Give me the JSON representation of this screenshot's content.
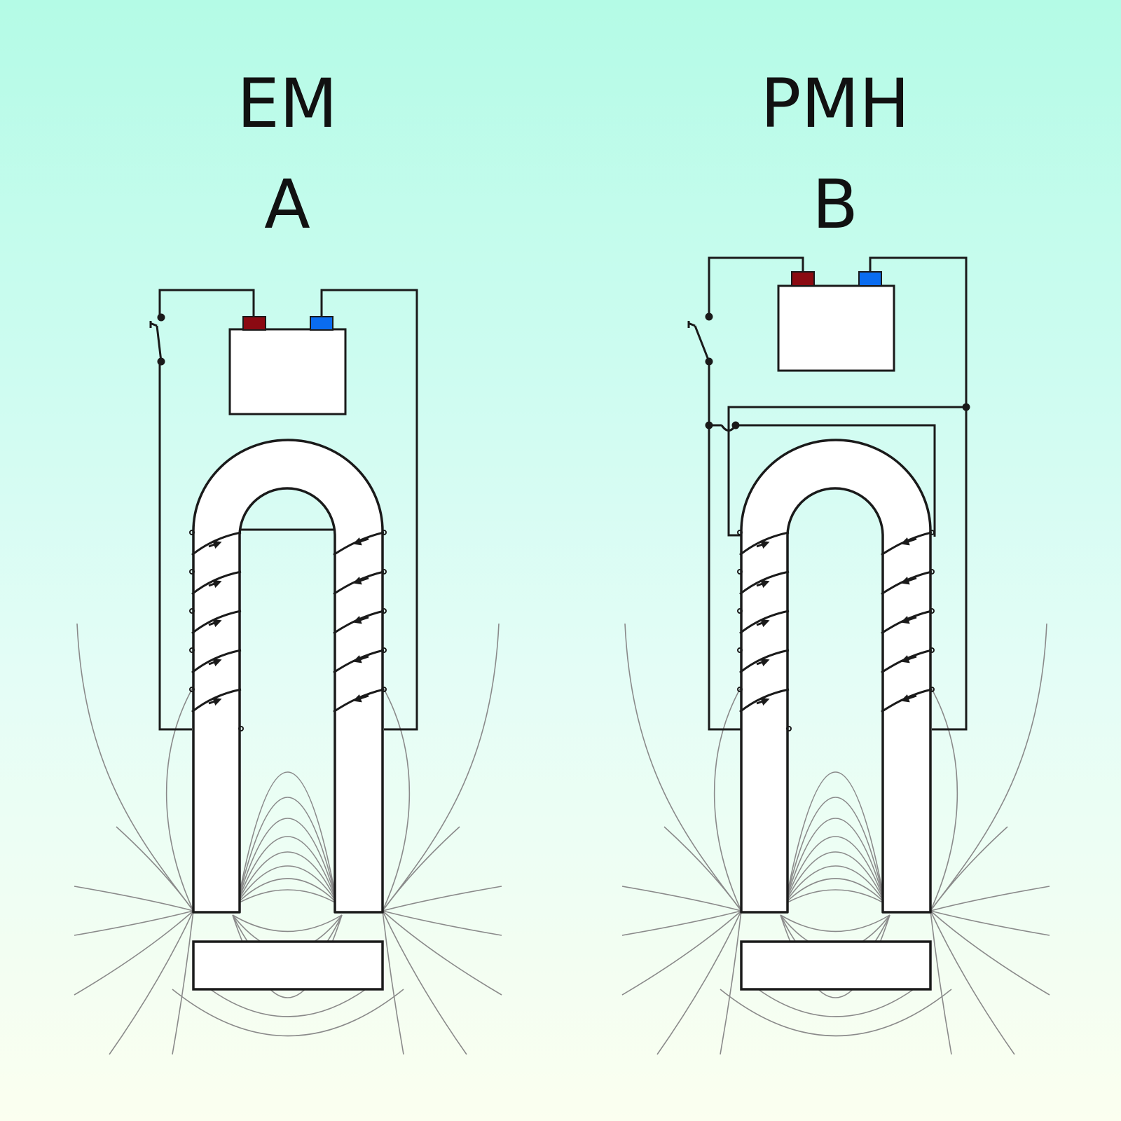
{
  "panels": [
    {
      "id": "a",
      "title": "EM",
      "letter": "A"
    },
    {
      "id": "b",
      "title": "PMH",
      "letter": "B"
    }
  ],
  "colors": {
    "wire": "#1a1a1a",
    "positive_terminal": "#8b0a12",
    "negative_terminal": "#0a6cf0",
    "field_line": "#8a8a8a",
    "magnet_fill": "#ffffff"
  }
}
